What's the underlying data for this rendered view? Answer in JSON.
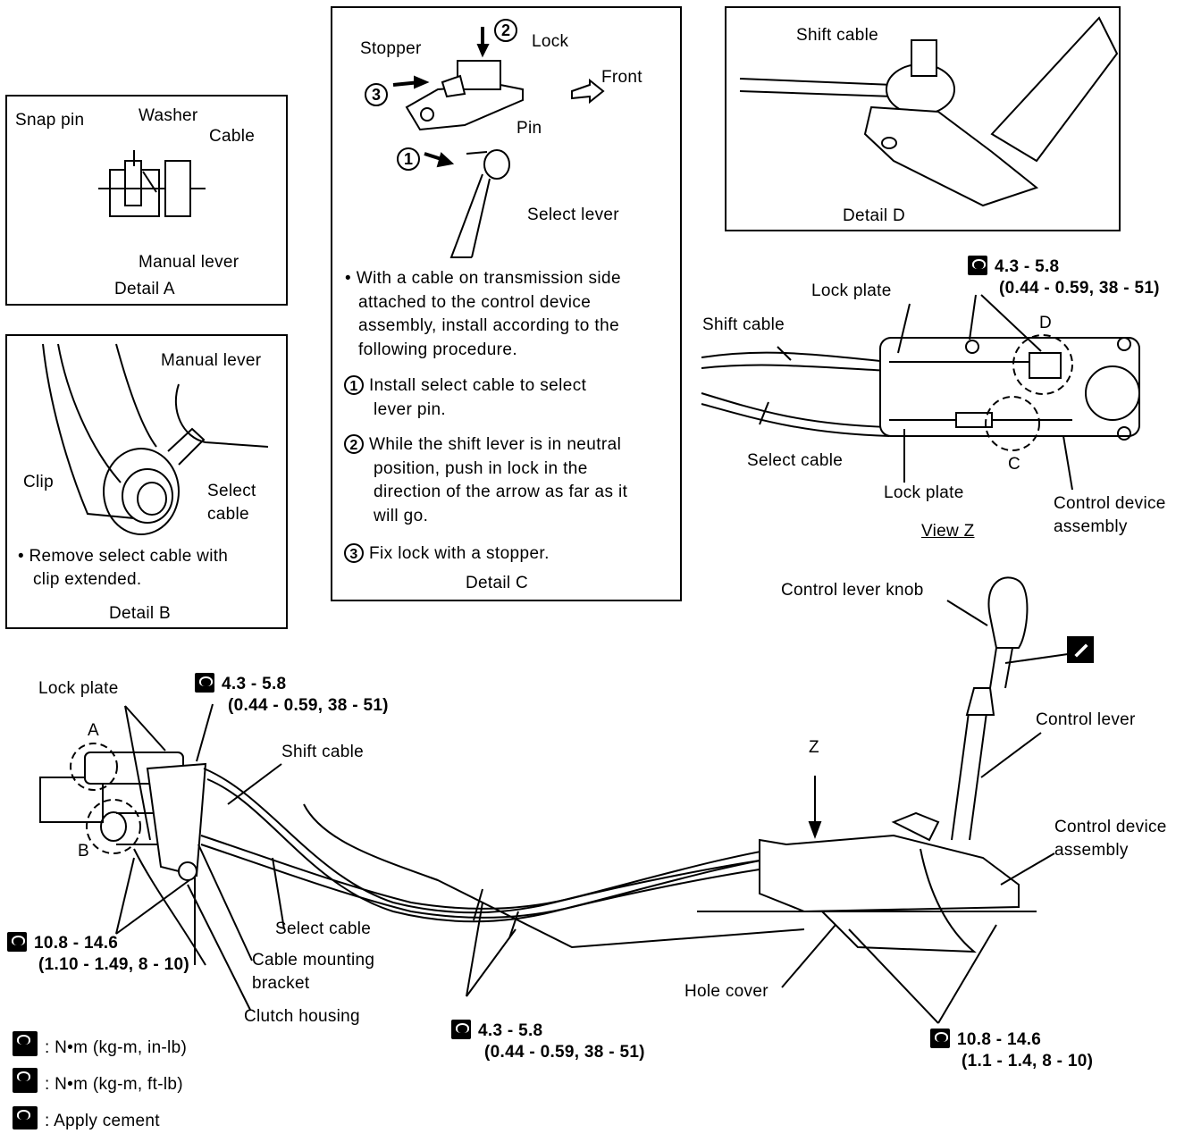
{
  "detail_a": {
    "caption": "Detail A",
    "snap_pin": "Snap pin",
    "washer": "Washer",
    "cable": "Cable",
    "manual_lever": "Manual lever"
  },
  "detail_b": {
    "caption": "Detail B",
    "manual_lever": "Manual lever",
    "clip": "Clip",
    "select_cable_1": "Select",
    "select_cable_2": "cable",
    "note_1": "• Remove select cable with",
    "note_2": "clip extended."
  },
  "detail_c": {
    "caption": "Detail C",
    "stopper": "Stopper",
    "lock": "Lock",
    "front": "Front",
    "pin": "Pin",
    "select_lever": "Select lever",
    "intro_1": "• With a cable on transmission side",
    "intro_2": "attached to the control device",
    "intro_3": "assembly, install according to the",
    "intro_4": "following procedure.",
    "step1_num": "1",
    "step1_a": "Install select cable to select",
    "step1_b": "lever pin.",
    "step2_num": "2",
    "step2_a": "While the shift lever is in neutral",
    "step2_b": "position, push in lock in the",
    "step2_c": "direction of the arrow as far as it",
    "step2_d": "will go.",
    "step3_num": "3",
    "step3_a": "Fix lock with a stopper."
  },
  "detail_d": {
    "caption": "Detail D",
    "shift_cable": "Shift cable"
  },
  "view_z": {
    "caption": "View Z",
    "lock_plate_top": "Lock plate",
    "shift_cable": "Shift cable",
    "select_cable": "Select cable",
    "lock_plate_bottom": "Lock plate",
    "control_device_1": "Control device",
    "control_device_2": "assembly",
    "marker_d": "D",
    "marker_c": "C",
    "torque_1": "4.3 - 5.8",
    "torque_2": "(0.44 - 0.59, 38 - 51)"
  },
  "main": {
    "lock_plate": "Lock plate",
    "marker_a": "A",
    "marker_b": "B",
    "marker_z": "Z",
    "torque_top_1": "4.3 - 5.8",
    "torque_top_2": "(0.44 - 0.59, 38 - 51)",
    "shift_cable": "Shift cable",
    "select_cable": "Select cable",
    "cable_bracket_1": "Cable mounting",
    "cable_bracket_2": "bracket",
    "clutch_housing": "Clutch housing",
    "torque_left_1": "10.8 - 14.6",
    "torque_left_2": "(1.10 - 1.49, 8 - 10)",
    "torque_mid_1": "4.3 - 5.8",
    "torque_mid_2": "(0.44 - 0.59, 38 - 51)",
    "control_lever_knob": "Control lever knob",
    "control_lever": "Control lever",
    "control_device_1": "Control device",
    "control_device_2": "assembly",
    "hole_cover": "Hole cover",
    "torque_right_1": "10.8 - 14.6",
    "torque_right_2": "(1.1 - 1.4, 8 - 10)"
  },
  "legend": {
    "nm_inlb": ": N•m (kg-m, in-lb)",
    "nm_ftlb": ": N•m (kg-m, ft-lb)",
    "cement": ": Apply cement"
  }
}
